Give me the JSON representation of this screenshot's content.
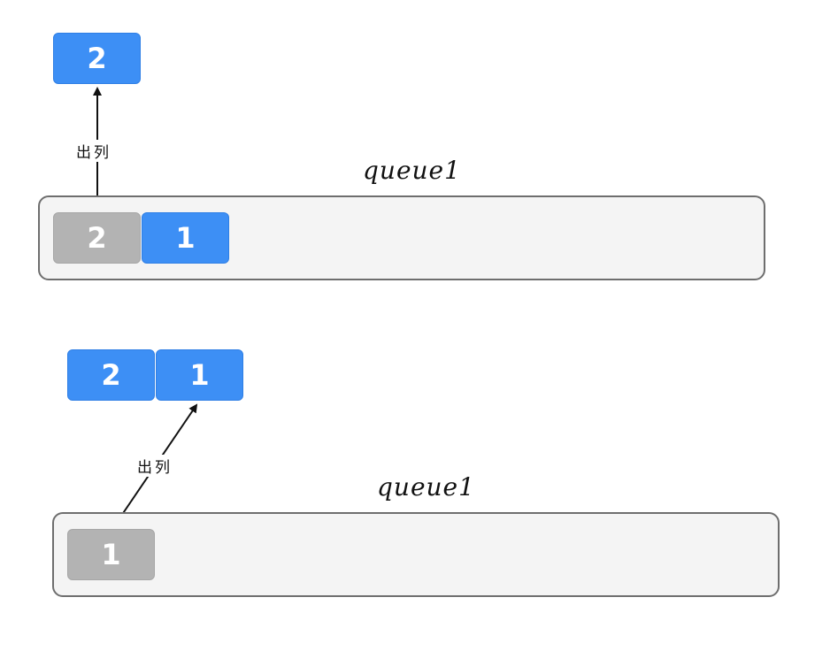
{
  "top_scene": {
    "output_cells": [
      {
        "value": "2",
        "color": "#3d8ff5"
      }
    ],
    "queue_label": "queue1",
    "queue_cells": [
      {
        "value": "2",
        "color": "#b3b3b3"
      },
      {
        "value": "1",
        "color": "#3d8ff5"
      }
    ],
    "arrow_label": "出列"
  },
  "bottom_scene": {
    "output_cells": [
      {
        "value": "2",
        "color": "#3d8ff5"
      },
      {
        "value": "1",
        "color": "#3d8ff5"
      }
    ],
    "queue_label": "queue1",
    "queue_cells": [
      {
        "value": "1",
        "color": "#b3b3b3"
      }
    ],
    "arrow_label": "出列"
  }
}
